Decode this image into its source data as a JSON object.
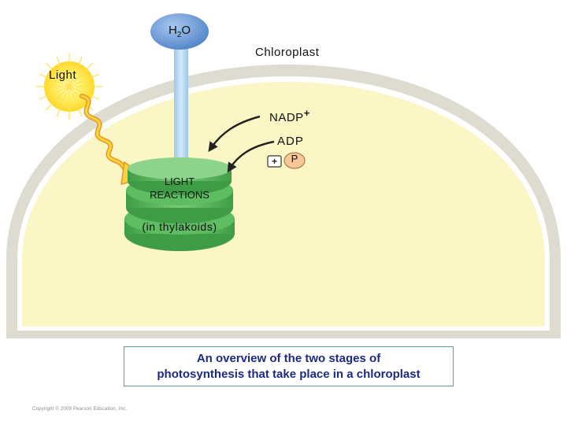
{
  "diagram": {
    "water": {
      "main": "H",
      "sub": "2",
      "tail": "O"
    },
    "chloroplast_label": "Chloroplast",
    "light_label": "Light",
    "nadp": {
      "main": "NADP",
      "sup": "+"
    },
    "adp_label": "ADP",
    "phosphate_label": "P",
    "light_reactions": {
      "line1": "LIGHT",
      "line2": "REACTIONS"
    },
    "thylakoids_label": "(in thylakoids)",
    "caption": {
      "line1": "An overview of the two stages of",
      "line2": "photosynthesis that take place in a chloroplast"
    },
    "copyright": "Copyright © 2009 Pearson Education, Inc."
  },
  "colors": {
    "chloroplast_fill": "#fbf6c5",
    "chloroplast_border": "#d8d6cb",
    "thylakoid_green": "#56b85a",
    "water_blue": "#5d8fd0",
    "arrow_blue": "#b6d6ee",
    "sun_yellow": "#ffe600",
    "caption_text": "#1b2b80"
  }
}
